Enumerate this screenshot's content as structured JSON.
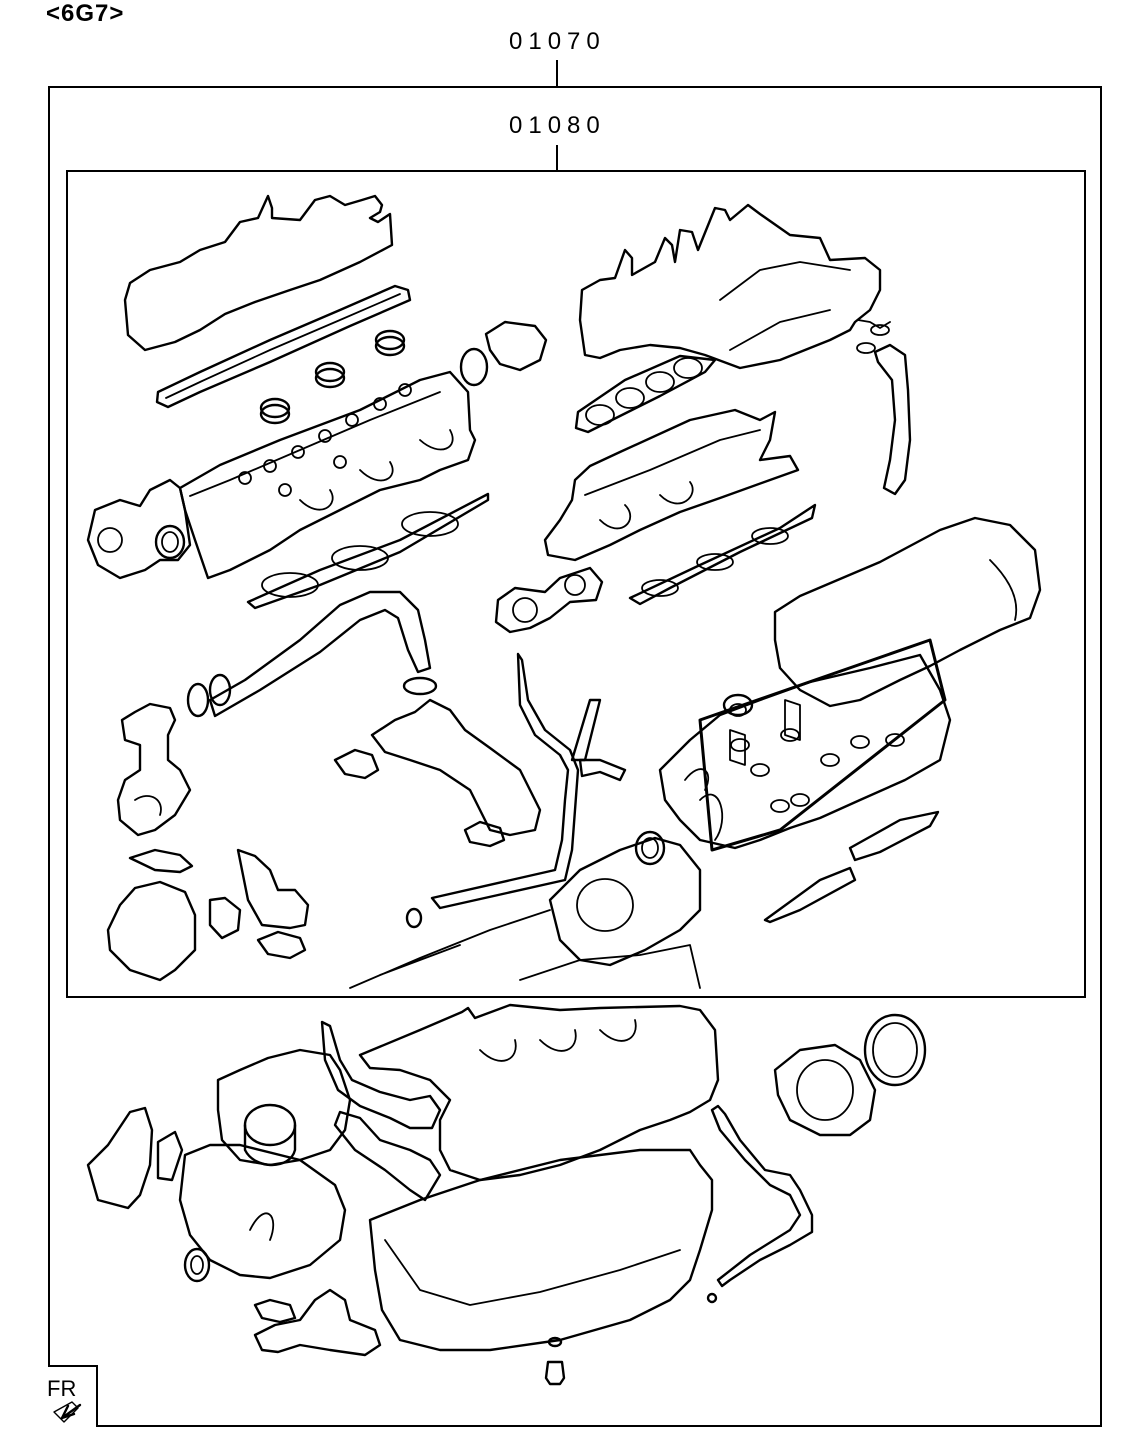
{
  "engine_code": "<6G7>",
  "assembly": {
    "outer_part_number": "01070",
    "inner_part_number": "01080"
  },
  "orientation_label": "FR",
  "icons": {
    "orientation_arrow": "arrow-down-left-icon"
  }
}
